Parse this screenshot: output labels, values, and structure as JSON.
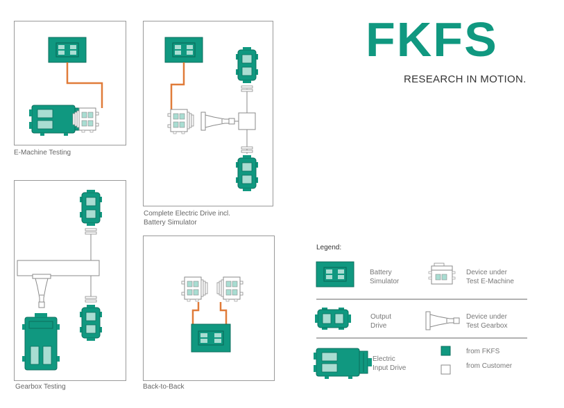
{
  "brand": {
    "logo_text": "FKFS",
    "tagline": "RESEARCH IN MOTION."
  },
  "colors": {
    "device_fkfs": "#109880",
    "device_light": "#a9ddd2",
    "cable": "#e07b39",
    "outline": "#8a8a8a",
    "customer_fill": "#ffffff"
  },
  "panels": {
    "emachine": {
      "caption": "E-Machine Testing"
    },
    "complete": {
      "caption_line1": "Complete Electric Drive incl.",
      "caption_line2": "Battery Simulator"
    },
    "gearbox": {
      "caption": "Gearbox Testing"
    },
    "backtoback": {
      "caption": "Back-to-Back"
    }
  },
  "legend": {
    "title": "Legend:",
    "items": [
      {
        "line1": "Battery",
        "line2": "Simulator",
        "icon": "battery-simulator-icon"
      },
      {
        "line1": "Device under",
        "line2": "Test E-Machine",
        "icon": "emachine-dut-icon"
      },
      {
        "line1": "Output",
        "line2": "Drive",
        "icon": "output-drive-icon"
      },
      {
        "line1": "Device under",
        "line2": "Test Gearbox",
        "icon": "gearbox-dut-icon"
      },
      {
        "line1": "Electric",
        "line2": "Input Drive",
        "icon": "electric-input-drive-icon"
      },
      {
        "line1": "from FKFS",
        "line2": "",
        "icon": "from-fkfs-swatch"
      },
      {
        "line1": "from Customer",
        "line2": "",
        "icon": "from-customer-swatch"
      }
    ]
  }
}
